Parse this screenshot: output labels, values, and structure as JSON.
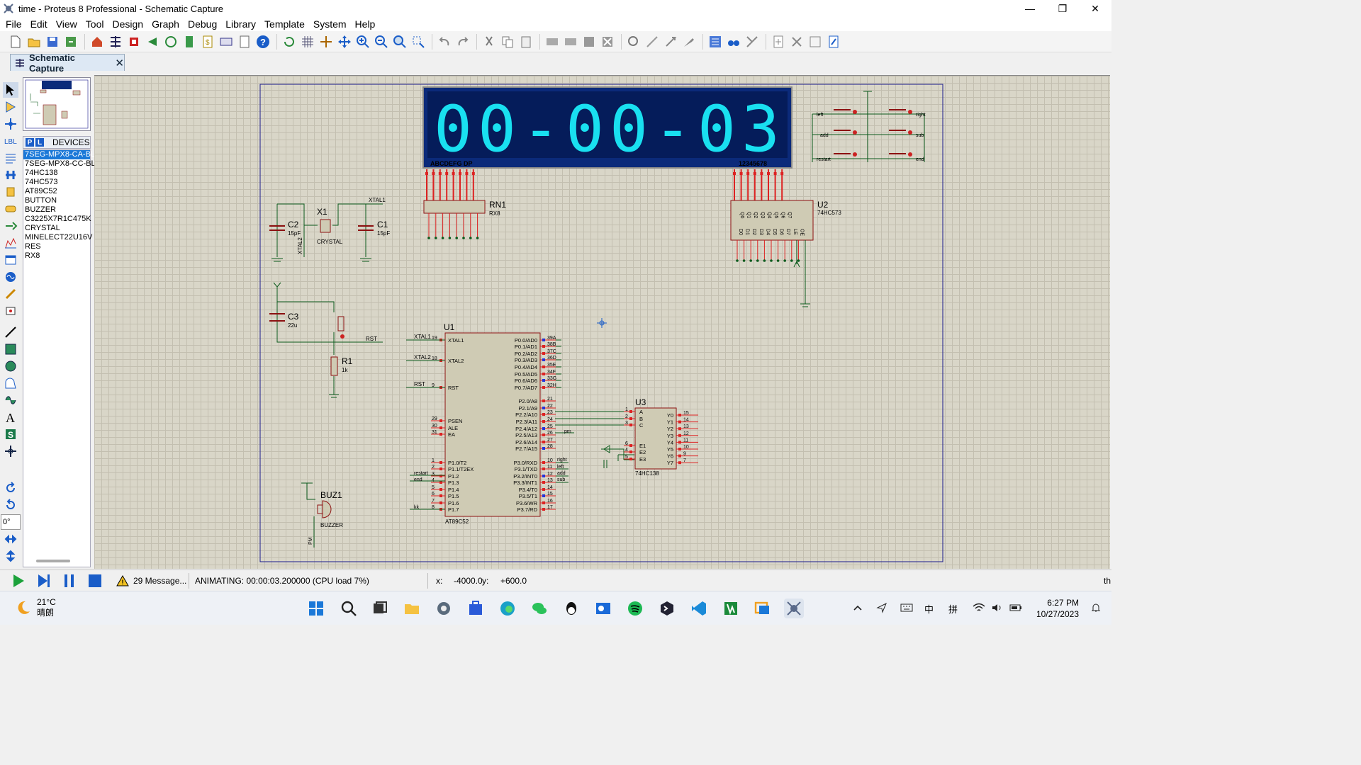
{
  "window": {
    "title": "time - Proteus 8 Professional - Schematic Capture",
    "controls": [
      "minimize-icon",
      "restore-icon",
      "close-icon"
    ]
  },
  "menu": [
    "File",
    "Edit",
    "View",
    "Tool",
    "Design",
    "Graph",
    "Debug",
    "Library",
    "Template",
    "System",
    "Help"
  ],
  "tab": {
    "label": "Schematic Capture",
    "close": "✕"
  },
  "devices": {
    "p_label": "P",
    "l_label": "L",
    "header": "DEVICES",
    "items": [
      "7SEG-MPX8-CA-BL",
      "7SEG-MPX8-CC-BL",
      "74HC138",
      "74HC573",
      "AT89C52",
      "BUTTON",
      "BUZZER",
      "C3225X7R1C475K",
      "CRYSTAL",
      "MINELECT22U16V",
      "RES",
      "RX8"
    ],
    "selected_index": 0
  },
  "rotation_field": "0°",
  "schematic": {
    "display_text": "00-00-03",
    "display_seg_label": "ABCDEFG DP",
    "display_digit_label": "12345678",
    "rn1": {
      "ref": "RN1",
      "value": "RX8"
    },
    "u2": {
      "ref": "U2",
      "value": "74HC573",
      "pins_top": "Q0 Q1 Q2 Q3 Q4 Q5 Q6 Q7",
      "pins_bottom": "D0 D1 D2 D3 D4 D5 D6 D7 LE OE"
    },
    "u1": {
      "ref": "U1",
      "value": "AT89C52"
    },
    "u3": {
      "ref": "U3",
      "value": "74HC138"
    },
    "x1": {
      "ref": "X1",
      "value": "CRYSTAL"
    },
    "c1": {
      "ref": "C1",
      "value": "15pF"
    },
    "c2": {
      "ref": "C2",
      "value": "15pF"
    },
    "c3": {
      "ref": "C3",
      "value": "22u"
    },
    "r1": {
      "ref": "R1",
      "value": "1k"
    },
    "buz1": {
      "ref": "BUZ1",
      "value": "BUZZER",
      "net": "PM"
    },
    "nets": {
      "xtal1": "XTAL1",
      "xtal2": "XTAL2",
      "rst": "RST",
      "restart": "restart",
      "end": "end",
      "kk": "kk",
      "pm": "pm",
      "right": "right",
      "left": "left",
      "add": "add",
      "sub": "sub"
    },
    "buttons": [
      "left",
      "right",
      "add",
      "sub",
      "restart",
      "end"
    ],
    "u1_left_pins": [
      {
        "num": "19",
        "name": "XTAL1"
      },
      {
        "num": "18",
        "name": "XTAL2"
      },
      {
        "num": "9",
        "name": "RST"
      },
      {
        "num": "29",
        "name": "PSEN"
      },
      {
        "num": "30",
        "name": "ALE"
      },
      {
        "num": "31",
        "name": "EA"
      },
      {
        "num": "1",
        "name": "P1.0/T2"
      },
      {
        "num": "2",
        "name": "P1.1/T2EX"
      },
      {
        "num": "3",
        "name": "P1.2"
      },
      {
        "num": "4",
        "name": "P1.3"
      },
      {
        "num": "5",
        "name": "P1.4"
      },
      {
        "num": "6",
        "name": "P1.5"
      },
      {
        "num": "7",
        "name": "P1.6"
      },
      {
        "num": "8",
        "name": "P1.7"
      }
    ],
    "u1_right_pins": [
      {
        "num": "39",
        "name": "P0.0/AD0",
        "net": "A"
      },
      {
        "num": "38",
        "name": "P0.1/AD1",
        "net": "B"
      },
      {
        "num": "37",
        "name": "P0.2/AD2",
        "net": "C"
      },
      {
        "num": "36",
        "name": "P0.3/AD3",
        "net": "D"
      },
      {
        "num": "35",
        "name": "P0.4/AD4",
        "net": "E"
      },
      {
        "num": "34",
        "name": "P0.5/AD5",
        "net": "F"
      },
      {
        "num": "33",
        "name": "P0.6/AD6",
        "net": "G"
      },
      {
        "num": "32",
        "name": "P0.7/AD7",
        "net": "H"
      },
      {
        "num": "21",
        "name": "P2.0/A8"
      },
      {
        "num": "22",
        "name": "P2.1/A9"
      },
      {
        "num": "23",
        "name": "P2.2/A10"
      },
      {
        "num": "24",
        "name": "P2.3/A11"
      },
      {
        "num": "25",
        "name": "P2.4/A12"
      },
      {
        "num": "26",
        "name": "P2.5/A13"
      },
      {
        "num": "27",
        "name": "P2.6/A14"
      },
      {
        "num": "28",
        "name": "P2.7/A15"
      },
      {
        "num": "10",
        "name": "P3.0/RXD"
      },
      {
        "num": "11",
        "name": "P3.1/TXD"
      },
      {
        "num": "12",
        "name": "P3.2/INT0"
      },
      {
        "num": "13",
        "name": "P3.3/INT1"
      },
      {
        "num": "14",
        "name": "P3.4/T0"
      },
      {
        "num": "15",
        "name": "P3.5/T1"
      },
      {
        "num": "16",
        "name": "P3.6/WR"
      },
      {
        "num": "17",
        "name": "P3.7/RD"
      }
    ],
    "u3_left_pins": [
      {
        "num": "1",
        "name": "A"
      },
      {
        "num": "2",
        "name": "B"
      },
      {
        "num": "3",
        "name": "C"
      },
      {
        "num": "6",
        "name": "E1"
      },
      {
        "num": "4",
        "name": "E2"
      },
      {
        "num": "5",
        "name": "E3"
      }
    ],
    "u3_right_pins": [
      {
        "num": "15",
        "name": "Y0"
      },
      {
        "num": "14",
        "name": "Y1"
      },
      {
        "num": "13",
        "name": "Y2"
      },
      {
        "num": "12",
        "name": "Y3"
      },
      {
        "num": "11",
        "name": "Y4"
      },
      {
        "num": "10",
        "name": "Y5"
      },
      {
        "num": "9",
        "name": "Y6"
      },
      {
        "num": "7",
        "name": "Y7"
      }
    ]
  },
  "status": {
    "messages": "29 Message...",
    "animating": "ANIMATING: 00:00:03.200000 (CPU load 7%)",
    "x_label": "x:",
    "x_value": "-4000.0",
    "y_label": "y:",
    "y_value": "+600.0",
    "right_clip": "th"
  },
  "taskbar": {
    "temp": "21°C",
    "weather": "晴朗",
    "ime": "中",
    "ime2": "拼",
    "time": "6:27 PM",
    "date": "10/27/2023"
  },
  "colors": {
    "canvas_bg": "#d9d6c8",
    "sheet_border": "#1c1c8c",
    "display_bg": "#0b2a7a",
    "segment": "#19e0f0",
    "component_fill": "#cfcbb4",
    "component_stroke": "#8c1010",
    "wire": "#0b5a1c",
    "pin_red": "#dd2222",
    "pin_blue": "#2233dd"
  }
}
